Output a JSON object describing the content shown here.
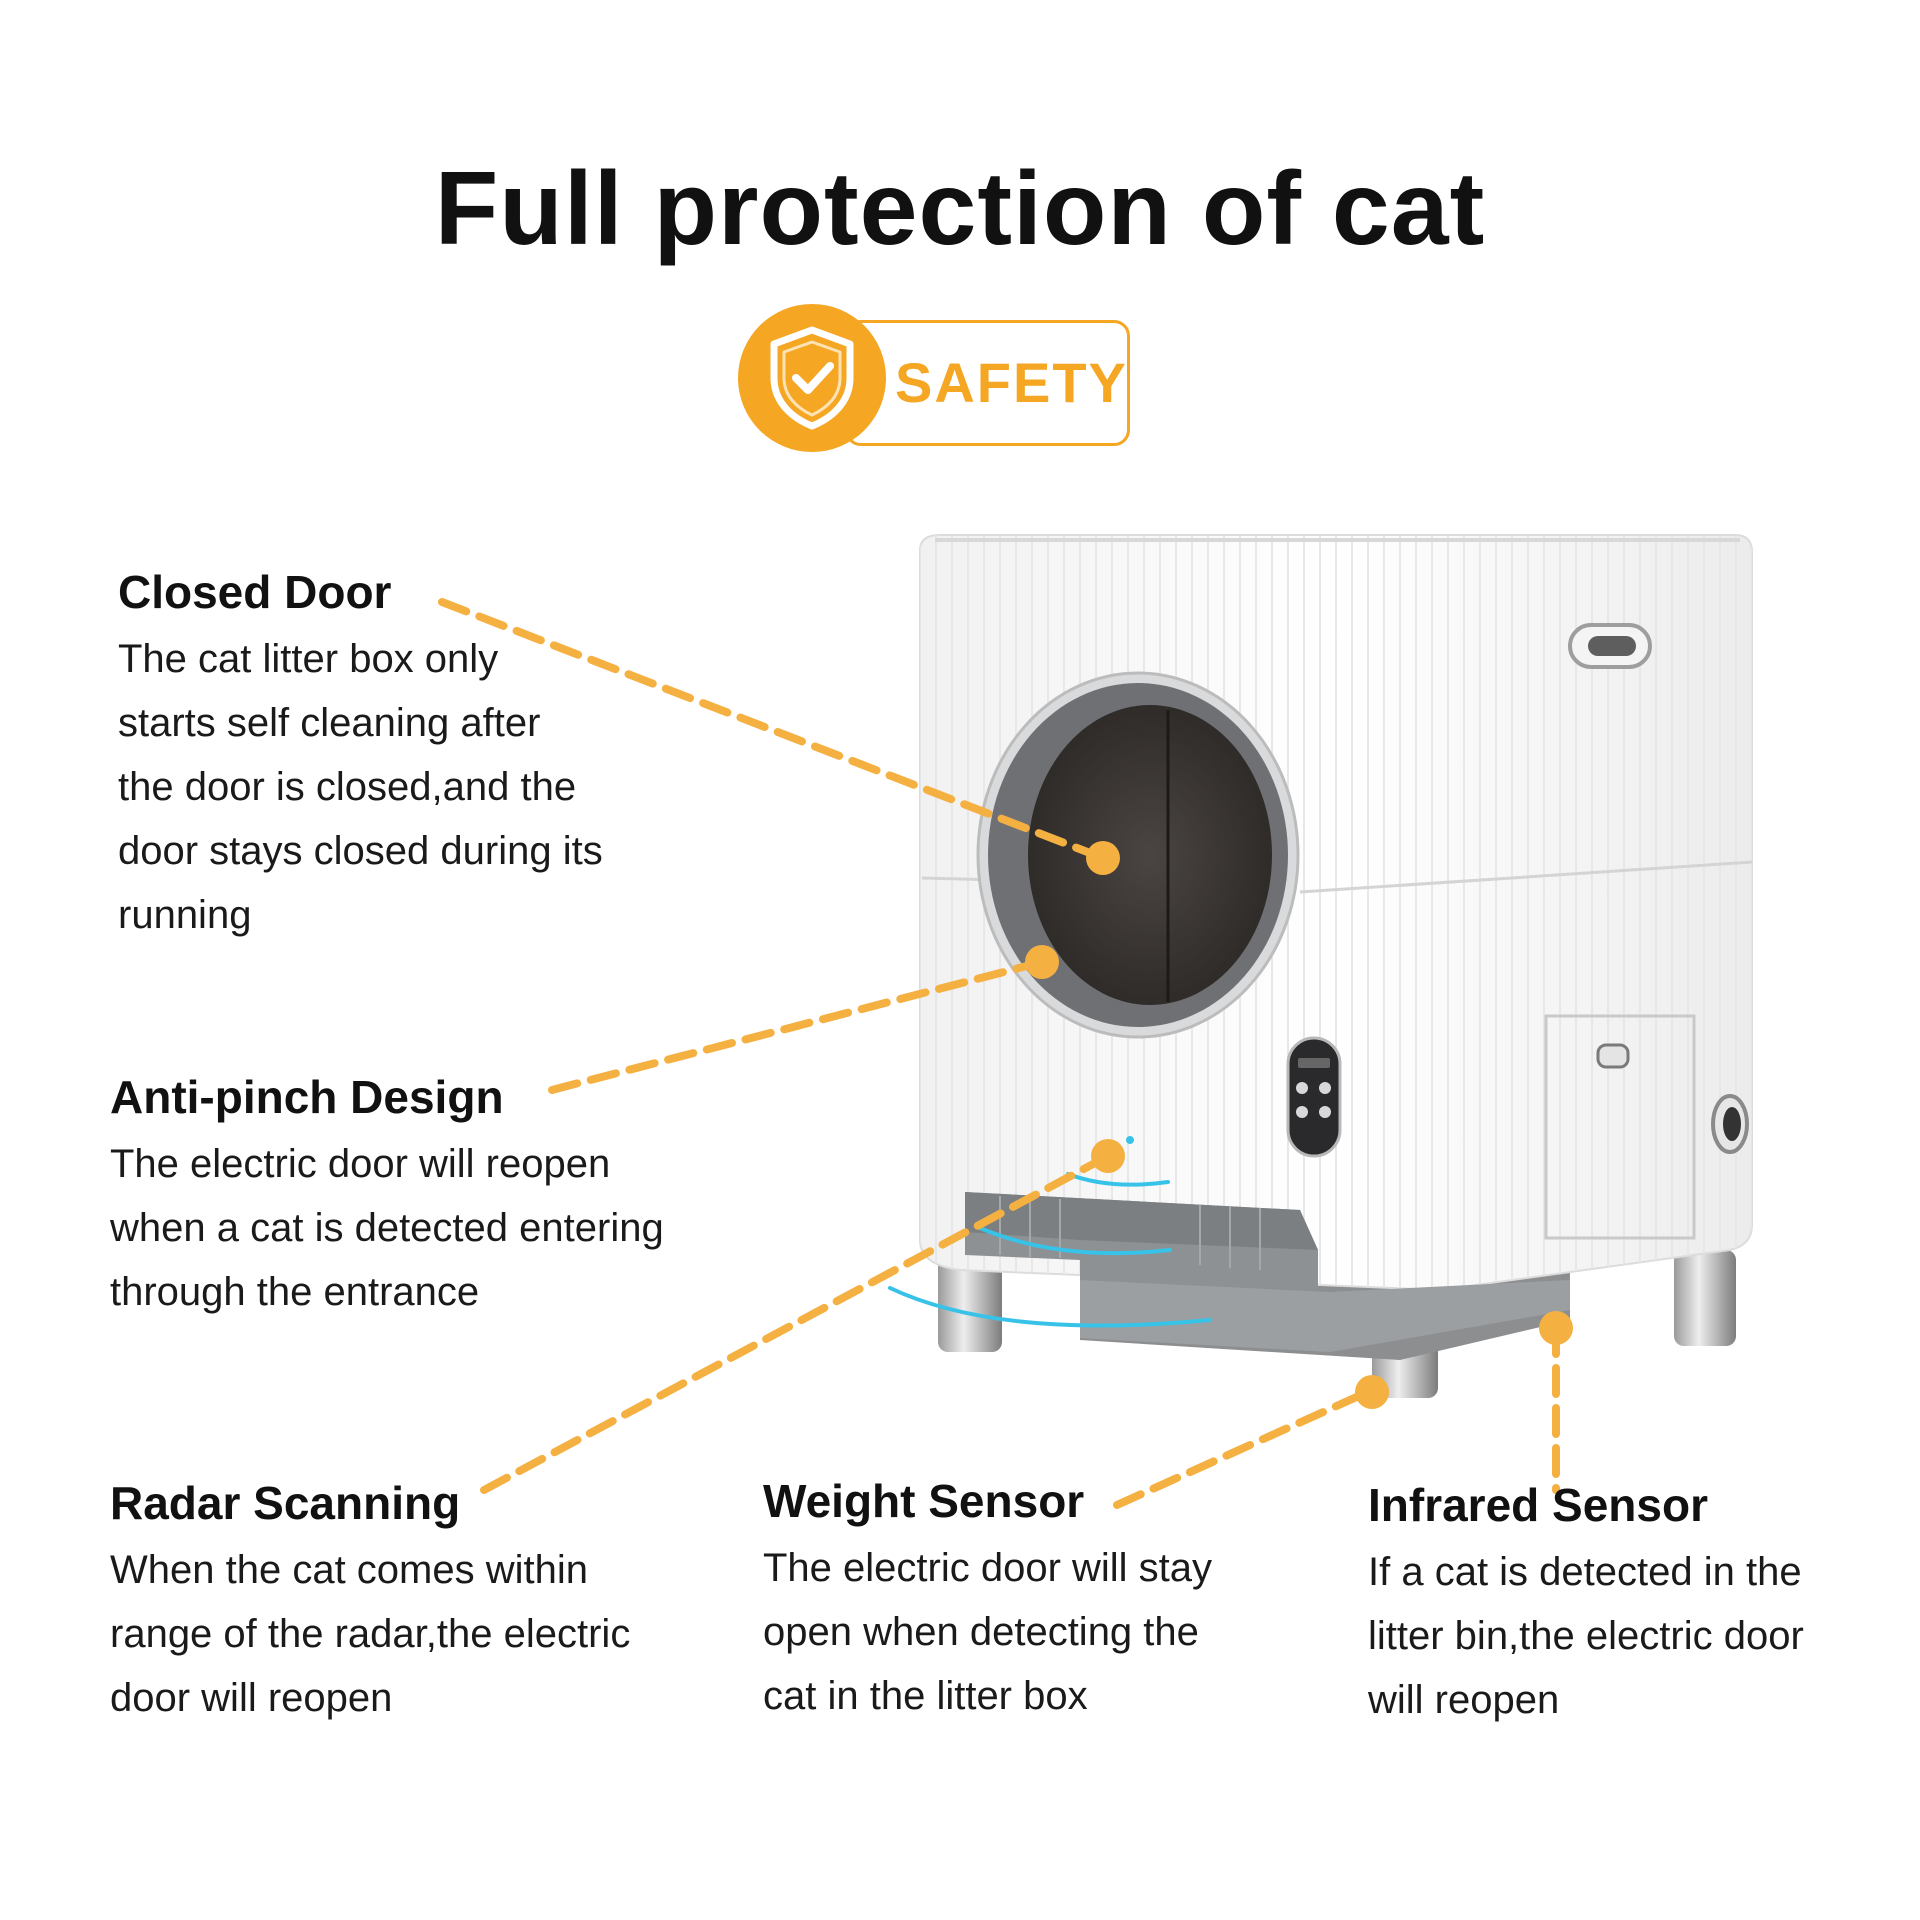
{
  "title": "Full protection of cat",
  "badge": {
    "label": "SAFETY",
    "icon": "shield-check-icon",
    "color": "#f5a623"
  },
  "accent_color": "#f5a623",
  "features": {
    "closed_door": {
      "heading": "Closed Door",
      "lines": [
        "The cat litter box only",
        "starts self cleaning after",
        "the door is closed,and the",
        "door stays closed during its",
        "running"
      ]
    },
    "anti_pinch": {
      "heading": "Anti-pinch Design",
      "lines": [
        "The electric door will reopen",
        "when a cat is detected entering",
        "through the entrance"
      ]
    },
    "radar": {
      "heading": "Radar Scanning",
      "lines": [
        "When the cat comes within",
        "range of the radar,the electric",
        "door will reopen"
      ]
    },
    "weight": {
      "heading": "Weight Sensor",
      "lines": [
        "The electric door will stay",
        "open when detecting the",
        "cat in the litter box"
      ]
    },
    "infrared": {
      "heading": "Infrared Sensor",
      "lines": [
        "If a cat is detected in the",
        "litter bin,the electric door",
        "will reopen"
      ]
    }
  },
  "product": {
    "name": "self-cleaning-cat-litter-box-illustration"
  }
}
